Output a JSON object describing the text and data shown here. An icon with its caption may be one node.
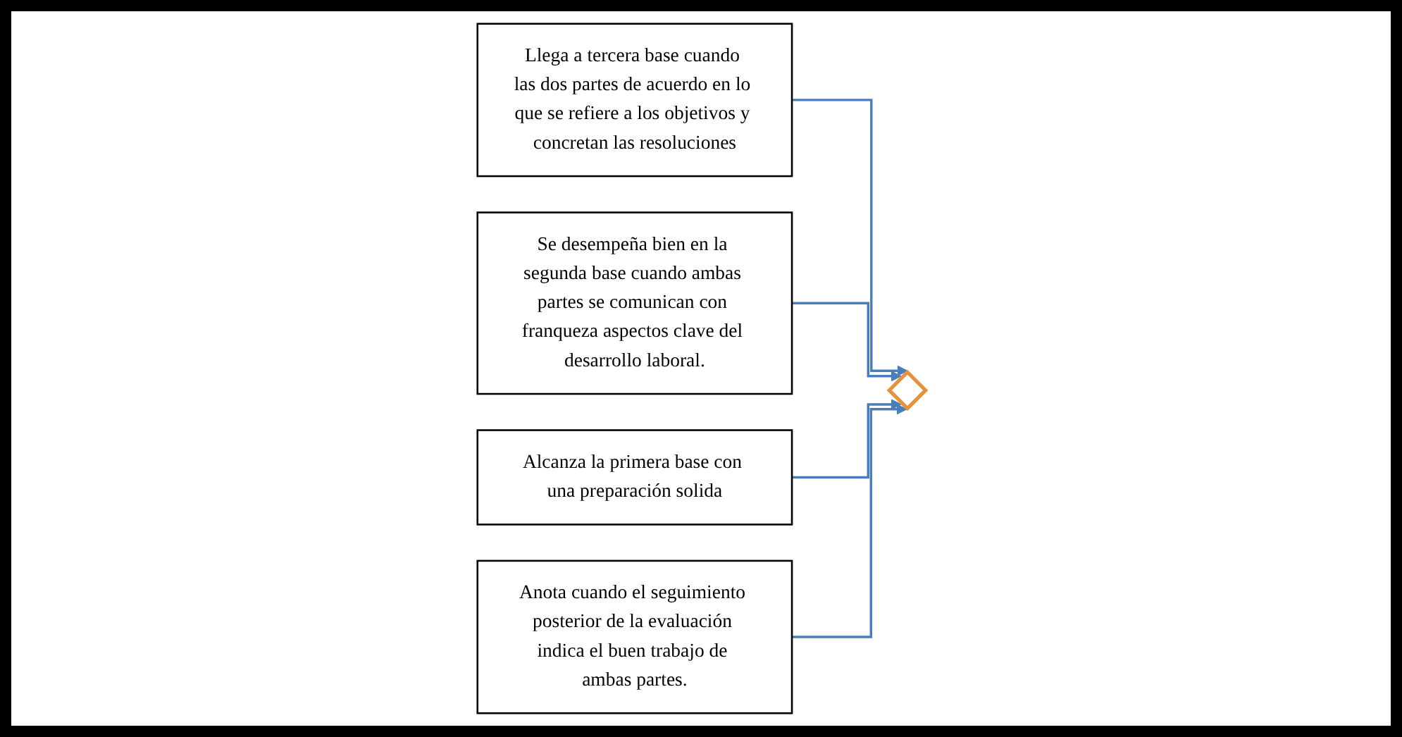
{
  "diagram": {
    "nodes": [
      {
        "text": [
          "Llega a tercera base cuando las dos partes de acuerdo en lo que se refiere a los objetivos y concretan las resoluciones"
        ]
      },
      {
        "text": [
          "Se desempeña bien en la segunda base cuando ambas partes se comunican con franqueza aspectos clave del desarrollo laboral."
        ]
      },
      {
        "text": [],
        "shape": "diamond"
      },
      {
        "text": [
          "Alcanza la primera base con una preparación solida"
        ]
      },
      {
        "text": [
          "Anota cuando el seguimiento posterior de la evaluación indica el buen trabajo de ambas partes."
        ]
      }
    ],
    "edges": [
      {
        "from": 0,
        "to": 2,
        "arrow": "to"
      },
      {
        "from": 1,
        "to": 2,
        "arrow": "to"
      },
      {
        "from": 3,
        "to": 2,
        "arrow": "to"
      },
      {
        "from": 4,
        "to": 2,
        "arrow": "to"
      }
    ]
  }
}
